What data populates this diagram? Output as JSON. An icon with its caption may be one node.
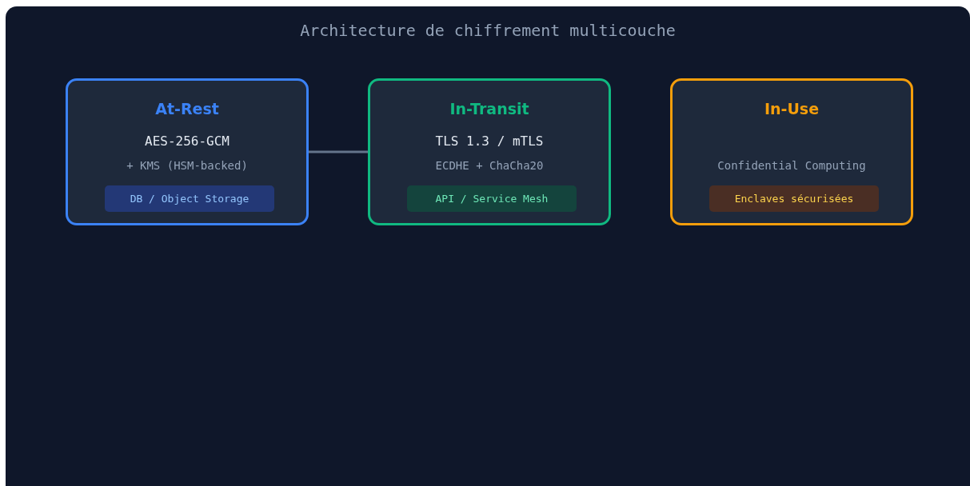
{
  "diagram": {
    "title": "Architecture de chiffrement multicouche",
    "nodes": [
      {
        "text": [
          "At-Rest",
          "AES-256-GCM",
          "+ KMS (HSM-backed)"
        ]
      },
      {
        "text": [
          "DB / Object Storage"
        ],
        "in": 0
      },
      {
        "text": [
          "In-Transit",
          "TLS 1.3 / mTLS",
          "ECDHE + ChaCha20"
        ]
      },
      {
        "text": [
          "API / Service Mesh"
        ],
        "in": 2
      },
      {
        "text": [
          "In-Use",
          "Confidential Computing"
        ]
      },
      {
        "text": [
          "Enclaves sécurisées"
        ],
        "in": 4
      }
    ],
    "edges": [
      {
        "from": 0,
        "to": 2,
        "arrow": "none"
      }
    ]
  }
}
